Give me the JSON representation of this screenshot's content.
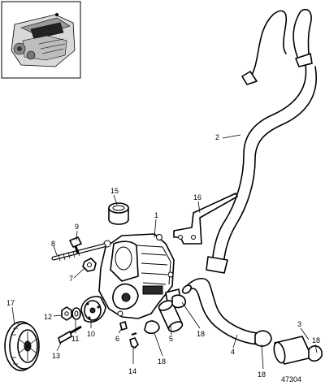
{
  "figure": {
    "number": "47304",
    "callouts": [
      {
        "id": "c1",
        "label": "1"
      },
      {
        "id": "c2",
        "label": "2"
      },
      {
        "id": "c3",
        "label": "3"
      },
      {
        "id": "c4",
        "label": "4"
      },
      {
        "id": "c5",
        "label": "5"
      },
      {
        "id": "c6",
        "label": "6"
      },
      {
        "id": "c7",
        "label": "7"
      },
      {
        "id": "c8",
        "label": "8"
      },
      {
        "id": "c9",
        "label": "9"
      },
      {
        "id": "c10",
        "label": "10"
      },
      {
        "id": "c11",
        "label": "11"
      },
      {
        "id": "c12",
        "label": "12"
      },
      {
        "id": "c13",
        "label": "13"
      },
      {
        "id": "c14",
        "label": "14"
      },
      {
        "id": "c15",
        "label": "15"
      },
      {
        "id": "c16",
        "label": "16"
      },
      {
        "id": "c17",
        "label": "17"
      },
      {
        "id": "c18a",
        "label": "18"
      },
      {
        "id": "c18b",
        "label": "18"
      },
      {
        "id": "c18c",
        "label": "18"
      },
      {
        "id": "c18d",
        "label": "18"
      }
    ]
  }
}
